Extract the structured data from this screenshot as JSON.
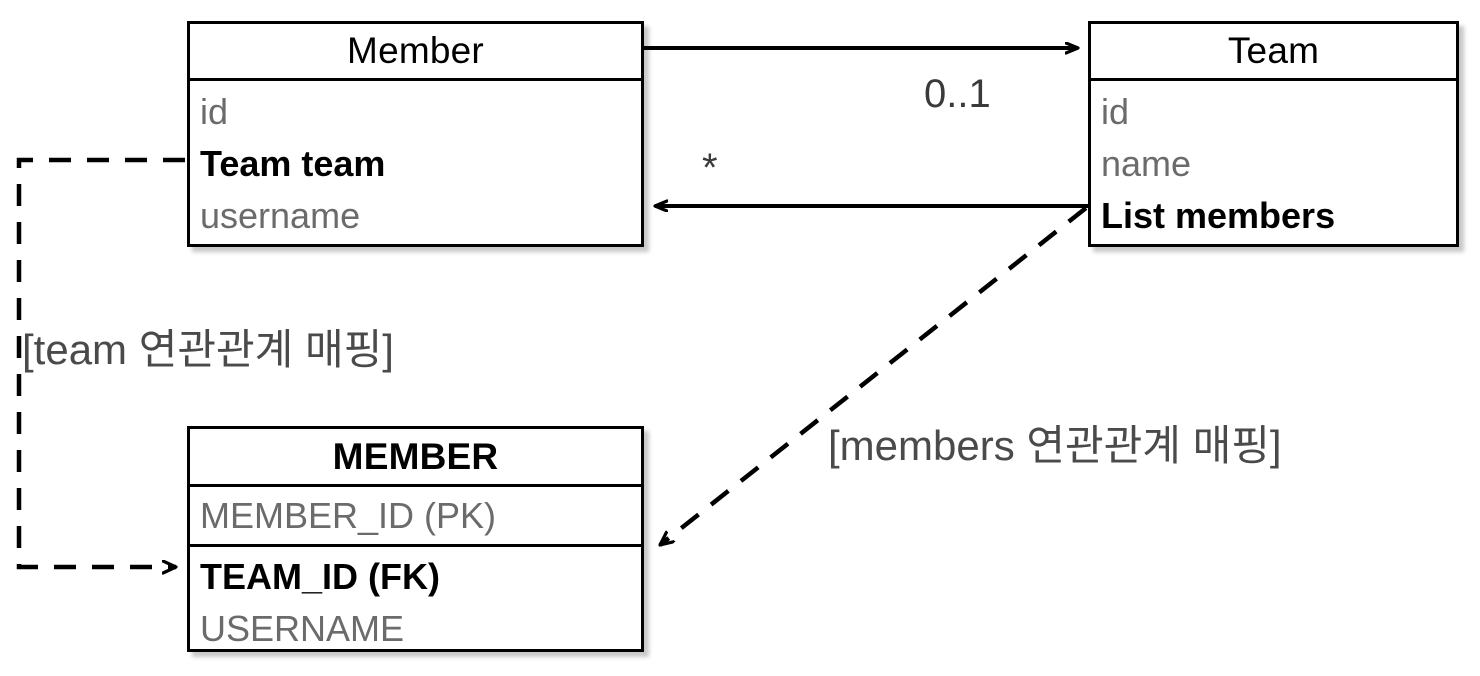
{
  "diagram": {
    "title": "JPA entity to table association mapping diagram",
    "background": "#ffffff",
    "line_color": "#000000",
    "attribute_color": "#6b6b6b",
    "emphasis_color": "#000000"
  },
  "boxes": {
    "member_class": {
      "title": "Member",
      "attributes": [
        {
          "label": "id",
          "emphasis": false
        },
        {
          "label": "Team team",
          "emphasis": true
        },
        {
          "label": "username",
          "emphasis": false
        }
      ]
    },
    "team_class": {
      "title": "Team",
      "attributes": [
        {
          "label": "id",
          "emphasis": false
        },
        {
          "label": "name",
          "emphasis": false
        },
        {
          "label": "List members",
          "emphasis": true
        }
      ]
    },
    "member_table": {
      "title": "MEMBER",
      "pk_column": {
        "label": "MEMBER_ID (PK)",
        "emphasis": false
      },
      "columns": [
        {
          "label": "TEAM_ID (FK)",
          "emphasis": true
        },
        {
          "label": "USERNAME",
          "emphasis": false
        }
      ]
    }
  },
  "associations": {
    "member_to_team_multiplicity": "0..1",
    "team_to_member_multiplicity": "*"
  },
  "notes": {
    "team_mapping": "[team 연관관계 매핑]",
    "members_mapping": "[members 연관관계 매핑]"
  }
}
